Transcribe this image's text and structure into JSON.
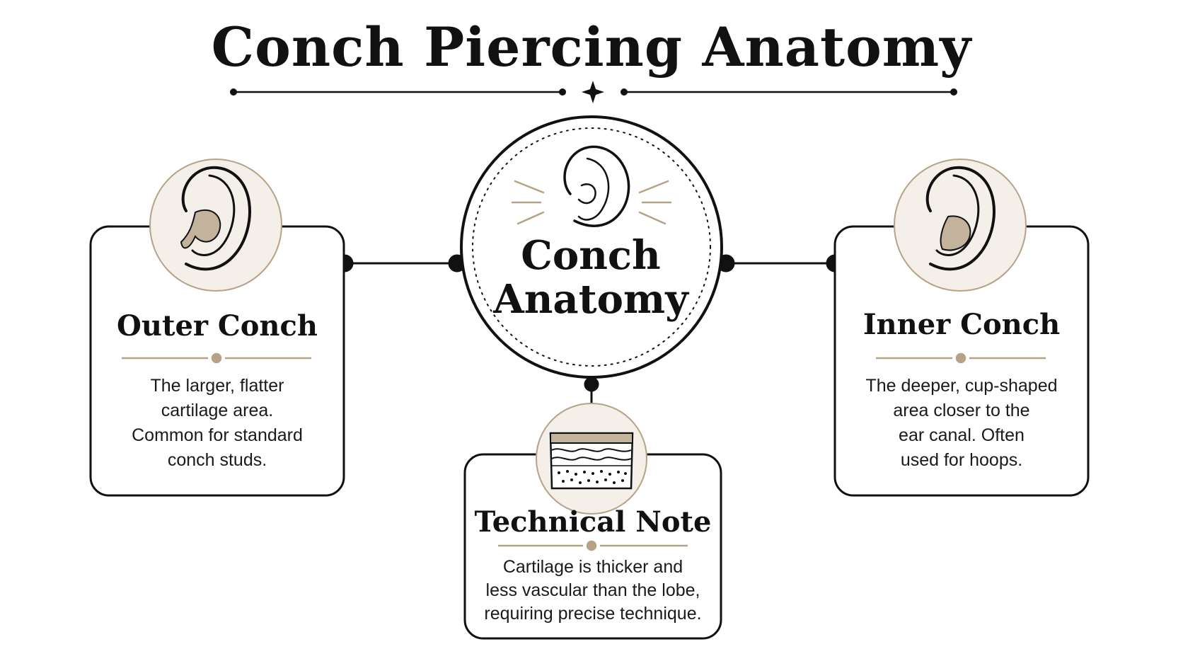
{
  "title": "Conch Piercing Anatomy",
  "center": {
    "line1": "Conch",
    "line2": "Anatomy",
    "icon": "ear-icon"
  },
  "cards": {
    "outer": {
      "title": "Outer Conch",
      "lines": [
        "The larger, flatter",
        "cartilage area.",
        "Common for standard",
        "conch studs."
      ],
      "icon": "ear-outer-conch-icon"
    },
    "inner": {
      "title": "Inner Conch",
      "lines": [
        "The deeper, cup-shaped",
        "area closer to the",
        "ear canal. Often",
        "used for hoops."
      ],
      "icon": "ear-inner-conch-icon"
    },
    "note": {
      "title": "Technical Note",
      "lines": [
        "Cartilage is thicker and",
        "less vascular than the lobe,",
        "requiring precise technique."
      ],
      "icon": "tissue-cross-section-icon"
    }
  },
  "colors": {
    "ink": "#111111",
    "accent": "#b5a287",
    "highlight": "#c4b39c",
    "badge_fill": "#f4efe8"
  }
}
